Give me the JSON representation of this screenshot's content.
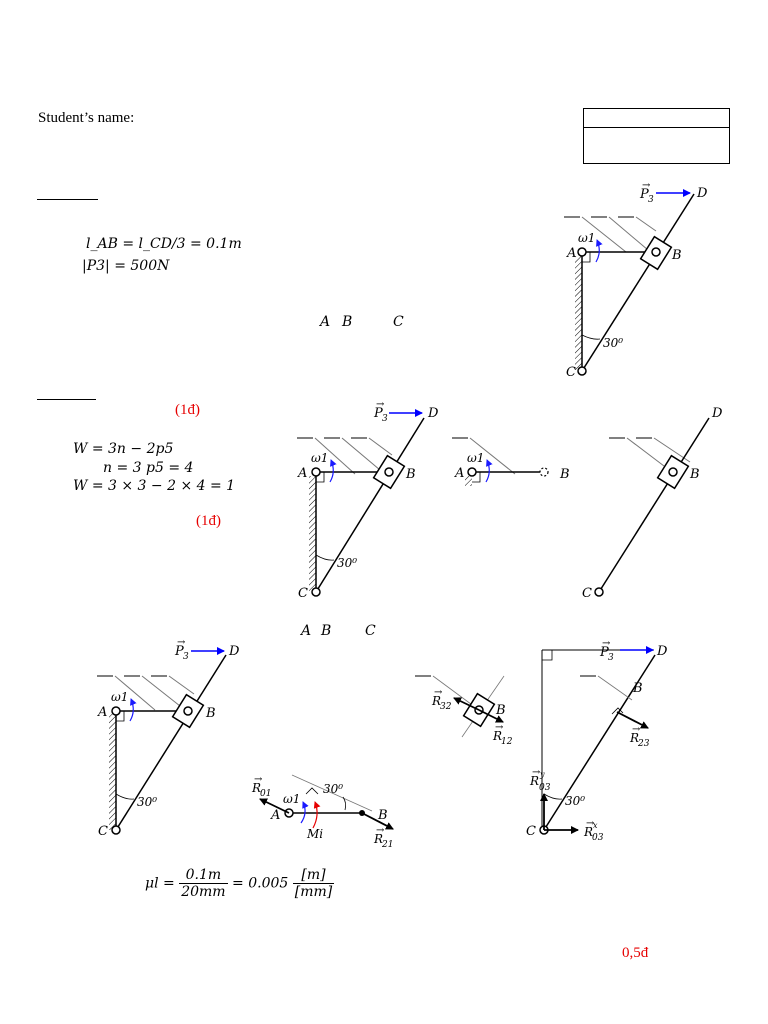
{
  "header": {
    "student_label": "Student’s name:"
  },
  "given": {
    "length_eq": "l_AB = l_CD/3 = 0.1m",
    "force_eq": "|P3| = 500N"
  },
  "points_line_1": {
    "a": "A",
    "b": "B",
    "c": "C"
  },
  "dof": {
    "score_1": "(1đ)",
    "formula": "W = 3n − 2p5",
    "values": "n = 3  p5 = 4",
    "result": "W = 3 × 3 − 2 × 4 = 1",
    "score_2": "(1đ)"
  },
  "points_line_2": {
    "a": "A",
    "b": "B",
    "c": "C"
  },
  "scale": {
    "mu": "μl",
    "num1": "0.1m",
    "den1": "20mm",
    "mid": "= 0.005",
    "num2": "[m]",
    "den2": "[mm]"
  },
  "score_3": "0,5đ",
  "labels": {
    "A": "A",
    "B": "B",
    "C": "C",
    "D": "D",
    "P3": "P3",
    "omega1": "ω1",
    "angle": "30⁰",
    "R32": "R32",
    "R12": "R12",
    "R23": "R23",
    "R01": "R01",
    "R21": "R21",
    "Mi": "Mi",
    "R03y": "R03",
    "R03x": "R03",
    "sup_y": "y",
    "sup_x": "x",
    "sub_03": "03"
  },
  "colors": {
    "force": "#0000ff",
    "red": "#e60000",
    "blue_arrow": "#1a1aff"
  }
}
